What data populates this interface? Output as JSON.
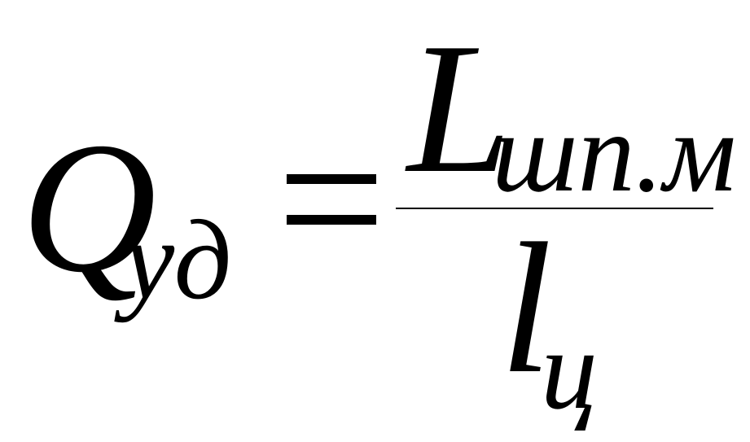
{
  "formula": {
    "lhs": {
      "symbol": "Q",
      "subscript": "уд"
    },
    "operator": "=",
    "fraction": {
      "numerator": {
        "symbol": "L",
        "subscript": "шп.м"
      },
      "denominator": {
        "symbol": "l",
        "subscript": "ц"
      }
    }
  }
}
